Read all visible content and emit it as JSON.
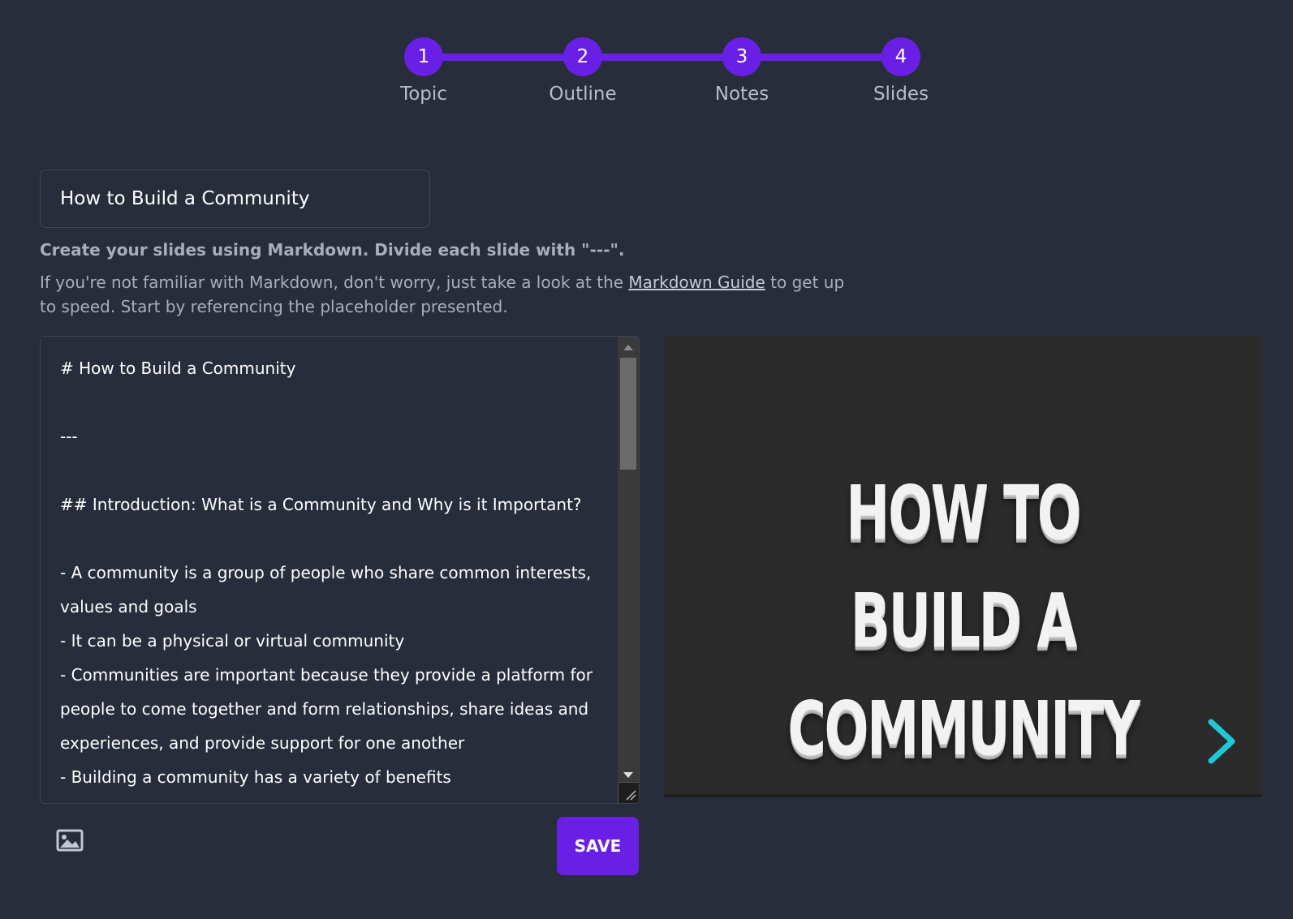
{
  "stepper": {
    "steps": [
      {
        "number": "1",
        "label": "Topic"
      },
      {
        "number": "2",
        "label": "Outline"
      },
      {
        "number": "3",
        "label": "Notes"
      },
      {
        "number": "4",
        "label": "Slides"
      }
    ]
  },
  "title_input": {
    "value": "How to Build a Community"
  },
  "instructions": {
    "heading": "Create your slides using Markdown. Divide each slide with \"---\".",
    "text_before": "If you're not familiar with Markdown, don't worry, just take a look at the ",
    "link": "Markdown Guide",
    "text_after": " to get up to speed. Start by referencing the placeholder presented."
  },
  "editor": {
    "lines": [
      "# How to Build a Community",
      "",
      "---",
      "",
      "## Introduction: What is a Community and Why is it Important?",
      "",
      "- A community is a group of people who share common interests, values and goals",
      "- It can be a physical or virtual community",
      "- Communities are important because they provide a platform for people to come together and form relationships, share ideas and experiences, and provide support for one another",
      "- Building a community has a variety of benefits"
    ]
  },
  "preview": {
    "slide_title": "How to Build a Community",
    "next_icon": "chevron-right-icon",
    "accent_color": "#1fc8d4"
  },
  "toolbar": {
    "image_icon": "image-icon",
    "save_label": "SAVE"
  },
  "colors": {
    "background": "#282d3b",
    "primary": "#6a1fe6",
    "preview_background": "#2b2b2b"
  }
}
